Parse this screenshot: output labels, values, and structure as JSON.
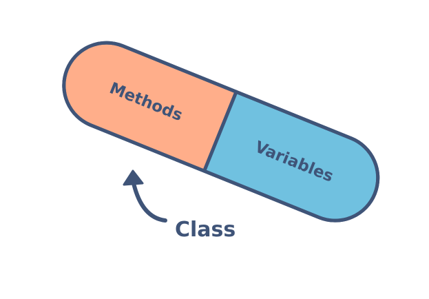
{
  "diagram": {
    "left_half_label": "Methods",
    "right_half_label": "Variables",
    "caption": "Class"
  },
  "colors": {
    "left_fill": "#FFAE8A",
    "right_fill": "#70C1E0",
    "outline": "#3F5478",
    "text": "#3F5478"
  }
}
